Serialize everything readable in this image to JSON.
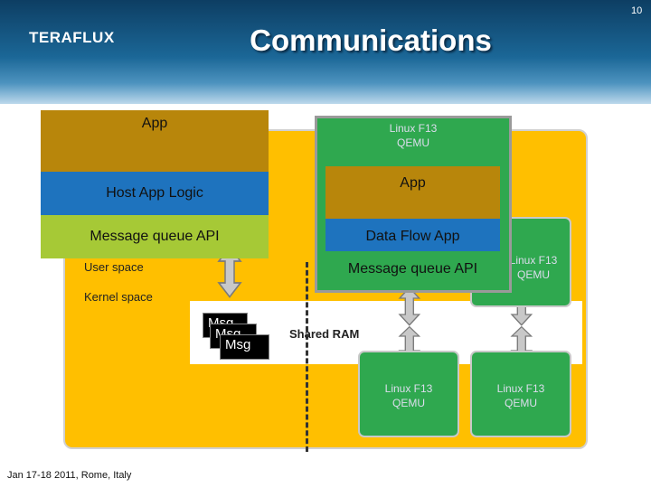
{
  "header": {
    "logo": "TERAFLUX",
    "title": "Communications",
    "page_number": "10"
  },
  "host": {
    "app": "App",
    "logic": "Host App Logic",
    "mq_api": "Message queue API",
    "user_space": "User  space",
    "kernel_space": "Kernel space"
  },
  "vm_main": {
    "line1": "Linux F13",
    "line2": "QEMU",
    "app": "App",
    "dataflow": "Data Flow App",
    "mq_api": "Message queue API"
  },
  "vm_right": {
    "line1": "Linux F13",
    "line2": "QEMU"
  },
  "vm_bottom_left": {
    "line1": "Linux F13",
    "line2": "QEMU"
  },
  "vm_bottom_right": {
    "line1": "Linux F13",
    "line2": "QEMU"
  },
  "shared_ram": "Shared RAM",
  "messages": [
    "Msg",
    "Msg",
    "Msg"
  ],
  "footer": "Jan 17-18 2011, Rome, Italy",
  "colors": {
    "host": "#ffbf00",
    "app": "#b8860b",
    "logic": "#1e73be",
    "mq": "#a6c936",
    "vm": "#2fa84f"
  }
}
